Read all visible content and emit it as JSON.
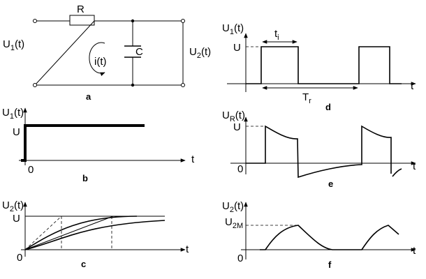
{
  "panel_a": {
    "caption": "a",
    "resistor": "R",
    "capacitor": "C",
    "input_voltage": {
      "main": "U",
      "sub": "1",
      "arg": "(t)"
    },
    "output_voltage": {
      "main": "U",
      "sub": "2",
      "arg": "(t)"
    },
    "current": "i(t)"
  },
  "panel_b": {
    "caption": "b",
    "ylabel": {
      "main": "U",
      "sub": "1",
      "arg": "(t)"
    },
    "level": "U",
    "origin": "0",
    "xlabel": "t"
  },
  "panel_c": {
    "caption": "c",
    "ylabel": {
      "main": "U",
      "sub": "2",
      "arg": "(t)"
    },
    "level": "U",
    "origin": "0",
    "xlabel": "t"
  },
  "panel_d": {
    "caption": "d",
    "ylabel": {
      "main": "U",
      "sub": "1",
      "arg": "(t)"
    },
    "level": "U",
    "pulse_width": {
      "main": "t",
      "sub": "i"
    },
    "period": {
      "main": "T",
      "sub": "r"
    },
    "xlabel": "t"
  },
  "panel_e": {
    "caption": "e",
    "ylabel": {
      "main": "U",
      "sub": "R",
      "arg": "(t)"
    },
    "level": "U",
    "origin": "0",
    "xlabel": "t"
  },
  "panel_f": {
    "caption": "f",
    "ylabel": {
      "main": "U",
      "sub": "2",
      "arg": "(t)"
    },
    "level": {
      "main": "U",
      "sub": "2M"
    },
    "origin": "0",
    "xlabel": "t"
  }
}
